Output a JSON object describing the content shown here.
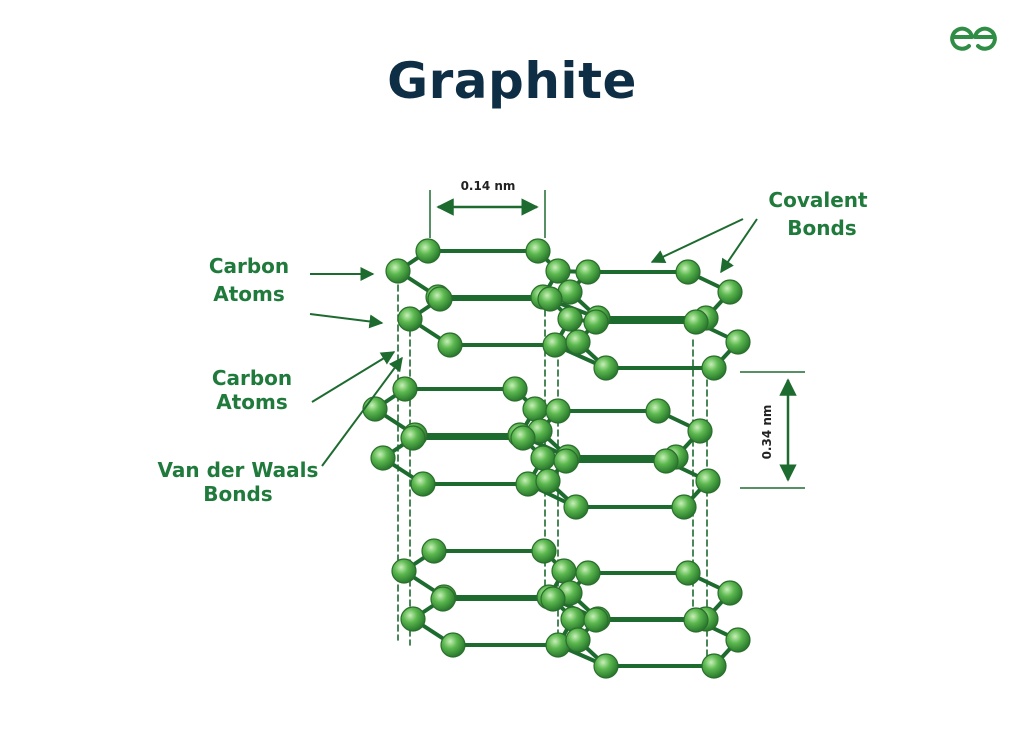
{
  "title": "Graphite",
  "logo": {
    "icon": "gfg-logo-icon",
    "color": "#2f8d46"
  },
  "labels": {
    "carbon_atoms_top": [
      "Carbon",
      "Atoms"
    ],
    "carbon_atoms_mid": [
      "Carbon",
      "Atoms"
    ],
    "van_der_waals": [
      "Van der Waals",
      "Bonds"
    ],
    "covalent": [
      "Covalent",
      "Bonds"
    ],
    "bond_length": "0.14 nm",
    "layer_spacing": "0.34 nm"
  },
  "colors": {
    "title": "#0d2e45",
    "label": "#1f7a3c",
    "bond": "#1e6b30",
    "atom": "#3d9a3d",
    "atom_highlight": "#c8f0b8"
  }
}
